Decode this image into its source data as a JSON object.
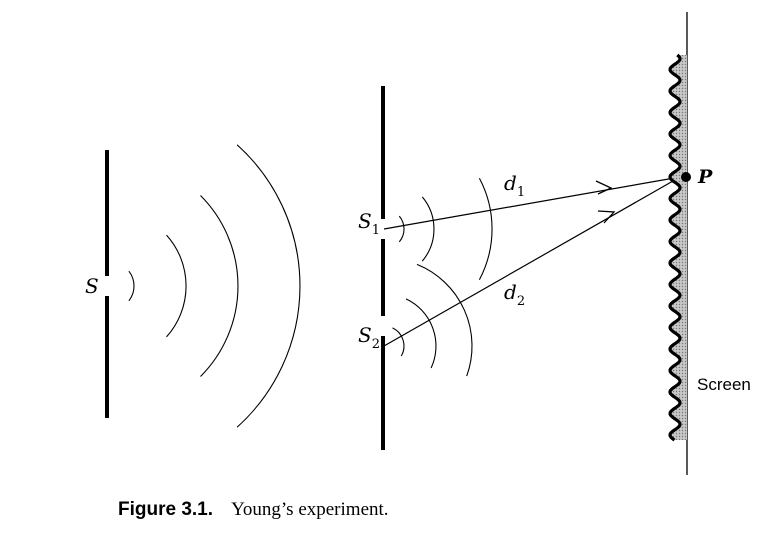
{
  "labels": {
    "source": "S",
    "slit1_main": "S",
    "slit1_sub": "1",
    "slit2_main": "S",
    "slit2_sub": "2",
    "path1_main": "d",
    "path1_sub": "1",
    "path2_main": "d",
    "path2_sub": "2",
    "point": "P",
    "screen": "Screen"
  },
  "caption": {
    "number": "Figure 3.1.",
    "text": "Young’s experiment."
  }
}
